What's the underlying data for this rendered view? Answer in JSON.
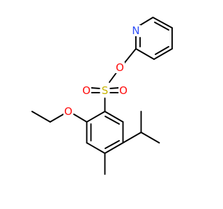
{
  "colors": {
    "background": "#ffffff",
    "bond": "#000000",
    "N": "#3050F8",
    "O": "#FF0D0D",
    "S": "#C8B400"
  },
  "atoms": [
    {
      "id": "N1",
      "label": "N",
      "element": "N"
    },
    {
      "id": "O_ester",
      "label": "O",
      "element": "O"
    },
    {
      "id": "S",
      "label": "S",
      "element": "S"
    },
    {
      "id": "O_left",
      "label": "O",
      "element": "O"
    },
    {
      "id": "O_right",
      "label": "O",
      "element": "O"
    },
    {
      "id": "O_ethoxy",
      "label": "O",
      "element": "O"
    }
  ]
}
